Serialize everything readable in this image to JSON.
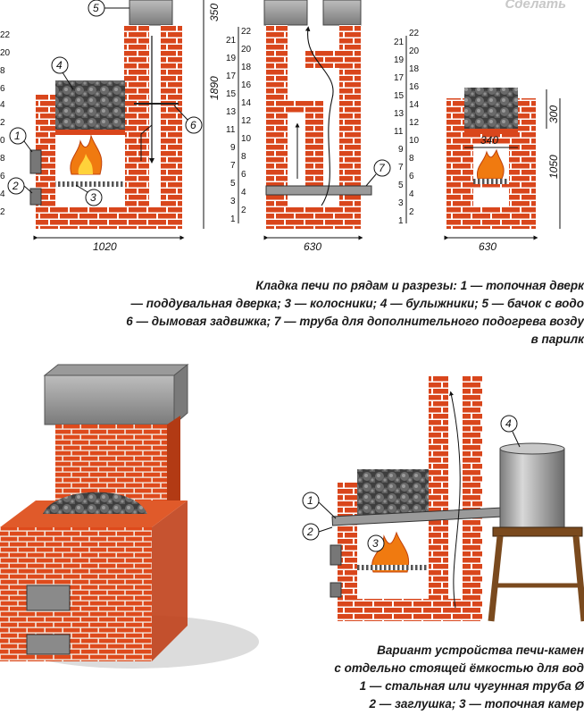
{
  "watermark": "Сделать",
  "top": {
    "dims": {
      "width_left": "1020",
      "width_middle": "630",
      "width_right": "630",
      "height_left": "1890",
      "top_350": "350",
      "h_1050": "1050",
      "h_300": "300",
      "w_340": "340"
    },
    "callouts": [
      "1",
      "2",
      "3",
      "4",
      "5",
      "6",
      "7"
    ],
    "rows_left": [
      "22",
      "20",
      "8",
      "6",
      "4",
      "2",
      "0",
      "8",
      "6",
      "4",
      "2"
    ],
    "rows_mid_a": [
      "21",
      "19",
      "17",
      "15",
      "13",
      "11",
      "9",
      "7",
      "5",
      "3",
      "1"
    ],
    "rows_mid_b": [
      "22",
      "20",
      "18",
      "16",
      "14",
      "12",
      "10",
      "8",
      "6",
      "4",
      "2"
    ],
    "rows_right_a": [
      "21",
      "19",
      "17",
      "15",
      "13",
      "11",
      "9",
      "7",
      "5",
      "3",
      "1"
    ],
    "rows_right_b": [
      "22",
      "20",
      "18",
      "16",
      "14",
      "12",
      "10",
      "8",
      "6",
      "4",
      "2"
    ]
  },
  "caption_top": [
    "Кладка печи по рядам и разрезы: 1 — топочная дверк",
    "— поддувальная дверка; 3 — колосники; 4 — булыжники; 5 — бачок с водо",
    "6 — дымовая задвижка; 7 — труба для дополнительного подогрева возду",
    "в парилк"
  ],
  "bottom_right": {
    "callouts": [
      "1",
      "2",
      "3",
      "4"
    ]
  },
  "caption_bottom": [
    "Вариант устройства печи-камен",
    "с отдельно стоящей ёмкостью для вод",
    "1 — стальная или чугунная труба Ø",
    "2 — заглушка; 3 — топочная камер"
  ],
  "colors": {
    "brick": "#d9461c",
    "mortar": "#ffffff",
    "stone": "#5a5a5a",
    "metal": "#8a8a8a",
    "fire": "#f07a10",
    "wood": "#7a4a1e"
  }
}
